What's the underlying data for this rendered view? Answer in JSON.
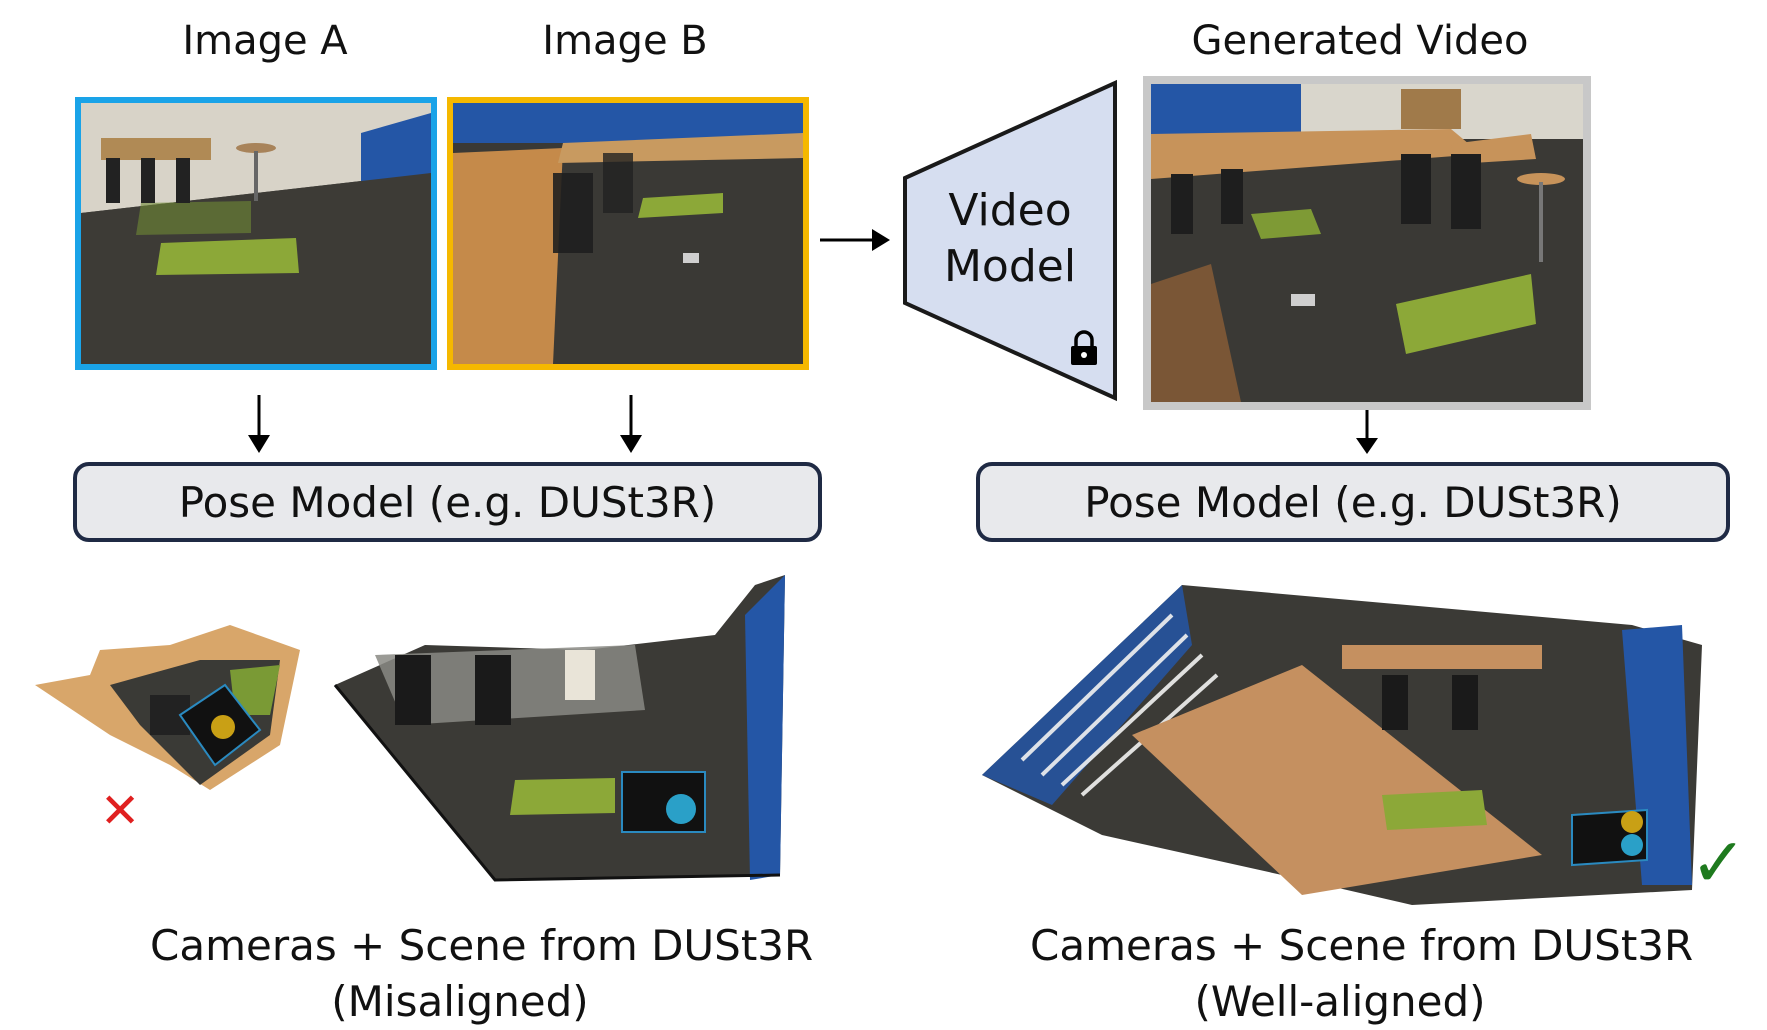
{
  "labels": {
    "image_a": "Image A",
    "image_b": "Image B",
    "generated_video": "Generated Video"
  },
  "video_model": {
    "line1": "Video",
    "line2": "Model",
    "icon": "lock-icon"
  },
  "pose_model": {
    "left": "Pose Model (e.g. DUSt3R)",
    "right": "Pose Model (e.g. DUSt3R)"
  },
  "captions": {
    "left_line1": "Cameras + Scene from DUSt3R",
    "left_line2": "(Misaligned)",
    "right_line1": "Cameras + Scene from DUSt3R",
    "right_line2": "(Well-aligned)"
  },
  "marks": {
    "fail": "✕",
    "success": "✓"
  },
  "colors": {
    "image_a_border": "#1aa3e8",
    "image_b_border": "#f5b800",
    "video_border": "#c8c8c8",
    "pose_box_fill": "#e8e9ec",
    "pose_box_border": "#1f2a44",
    "video_model_fill": "#d6def0",
    "fail_red": "#e02020",
    "success_green": "#1e7a1e"
  }
}
